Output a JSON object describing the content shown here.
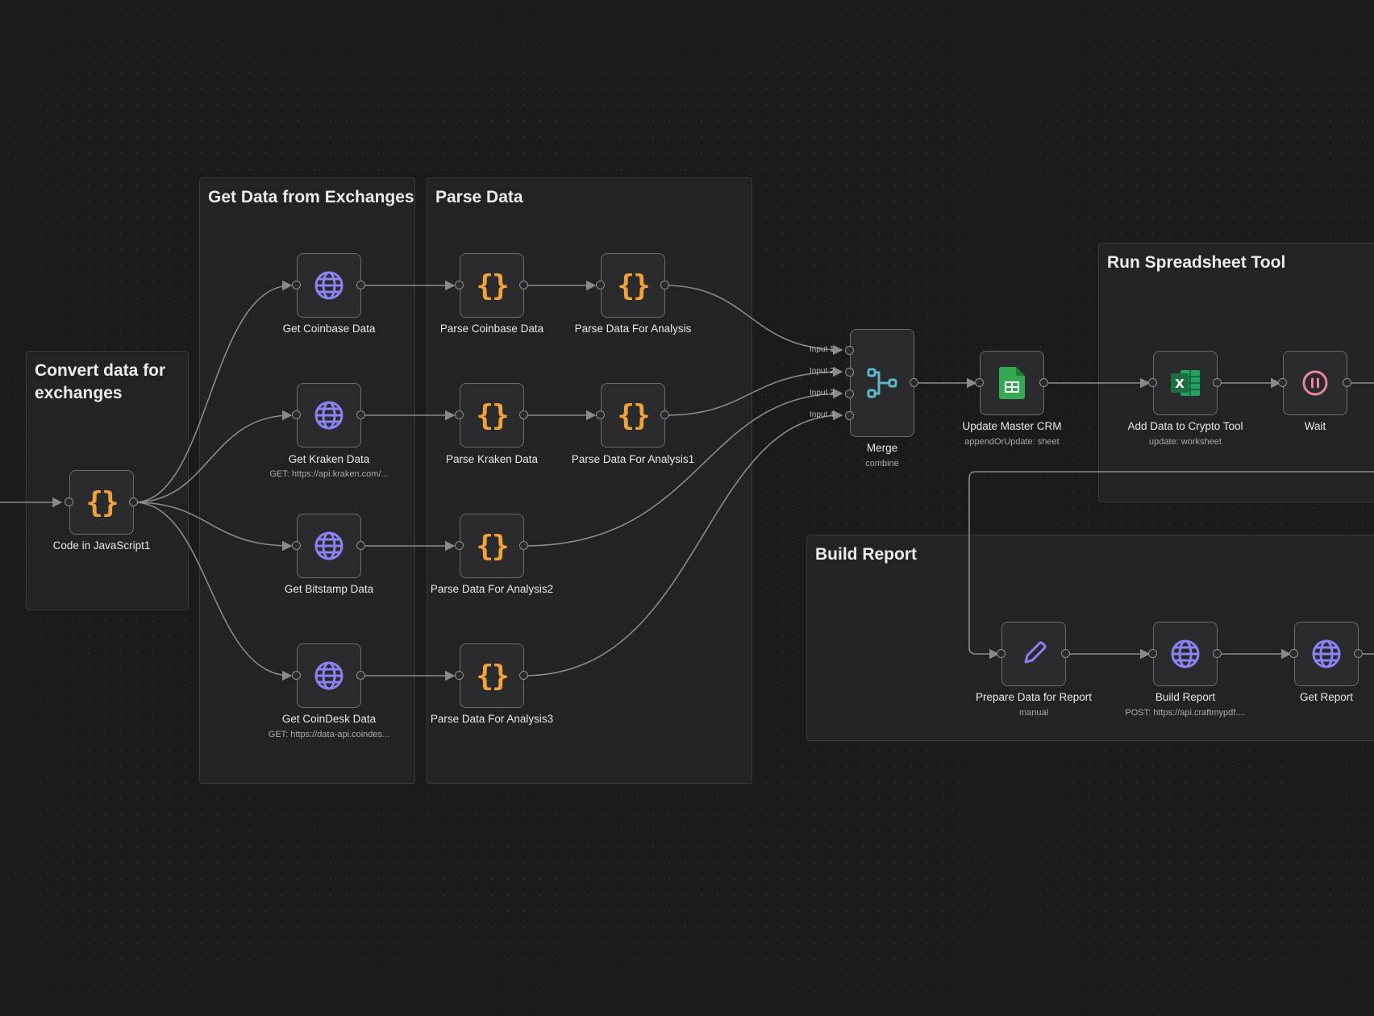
{
  "groups": {
    "convert": "Convert data for exchanges",
    "get_data": "Get Data from Exchanges",
    "parse": "Parse Data",
    "spreadsheet": "Run Spreadsheet Tool",
    "report": "Build Report"
  },
  "nodes": {
    "code_js": {
      "label": "Code in JavaScript1"
    },
    "coinbase": {
      "label": "Get Coinbase Data"
    },
    "kraken": {
      "label": "Get Kraken Data",
      "sub": "GET: https://api.kraken.com/..."
    },
    "bitstamp": {
      "label": "Get Bitstamp Data"
    },
    "coindesk": {
      "label": "Get CoinDesk Data",
      "sub": "GET: https://data-api.coindes..."
    },
    "parse_coinbase": {
      "label": "Parse Coinbase Data"
    },
    "parse_analysis": {
      "label": "Parse Data For Analysis"
    },
    "parse_kraken": {
      "label": "Parse Kraken Data"
    },
    "parse_analysis1": {
      "label": "Parse Data For Analysis1"
    },
    "parse_analysis2": {
      "label": "Parse Data For Analysis2"
    },
    "parse_analysis3": {
      "label": "Parse Data For Analysis3"
    },
    "merge": {
      "label": "Merge",
      "sub": "combine",
      "inputs": [
        "Input 1",
        "Input 2",
        "Input 3",
        "Input 4"
      ]
    },
    "update_crm": {
      "label": "Update Master CRM",
      "sub": "appendOrUpdate: sheet"
    },
    "add_crypto": {
      "label": "Add Data to Crypto Tool",
      "sub": "update: worksheet"
    },
    "wait": {
      "label": "Wait"
    },
    "prepare_report": {
      "label": "Prepare Data for Report",
      "sub": "manual"
    },
    "build_report": {
      "label": "Build Report",
      "sub": "POST: https://api.craftmypdf...."
    },
    "get_report": {
      "label": "Get Report"
    }
  },
  "icons": {
    "code": "code-braces-icon",
    "http": "globe-icon",
    "merge": "merge-icon",
    "sheets": "google-sheets-icon",
    "excel": "excel-icon",
    "wait": "pause-icon",
    "set": "pencil-icon"
  },
  "colors": {
    "canvas": "#1b1b1c",
    "code": "#f0a23b",
    "http": "#8b83f2",
    "merge": "#5fb7c9",
    "sheets": "#34a853",
    "excel": "#1d6f42",
    "wait": "#e6889a",
    "edge": "#8a8a8e"
  }
}
